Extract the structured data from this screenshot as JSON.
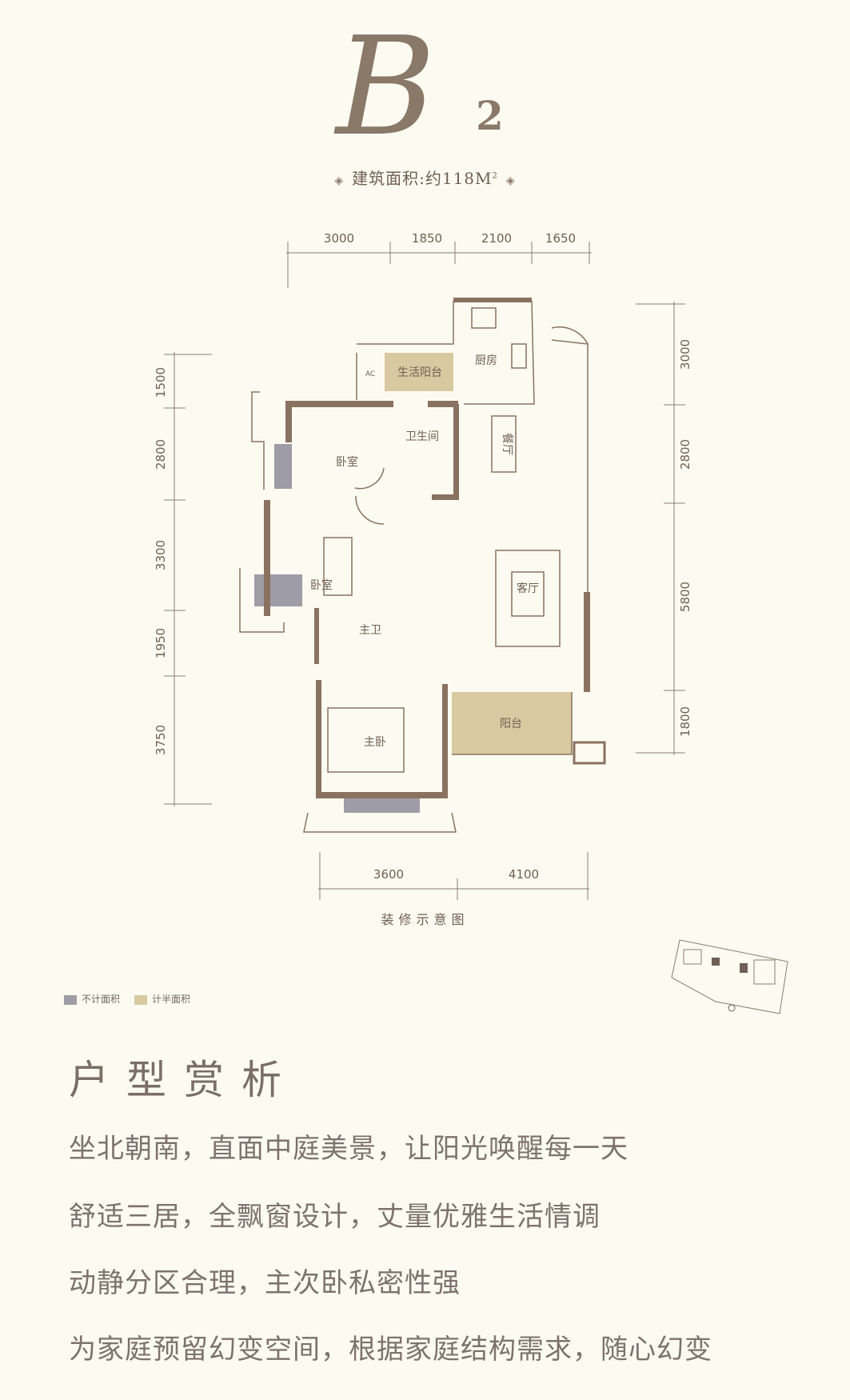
{
  "header": {
    "logo_letter": "B",
    "logo_number": "2",
    "area_label": "建筑面积:约118M",
    "area_superscript": "2",
    "diamond_icon": "◈"
  },
  "colors": {
    "wall": "#8a7260",
    "half_area": "#d8c9a0",
    "excluded_area": "#9e9ca6",
    "background": "#fcfbf1"
  },
  "floorplan": {
    "dims_top": [
      "3000",
      "1850",
      "2100",
      "1650"
    ],
    "dims_left": [
      "1500",
      "2800",
      "3300",
      "1950",
      "3750"
    ],
    "dims_right": [
      "3000",
      "2800",
      "5800",
      "1800"
    ],
    "dims_bottom": [
      "3600",
      "4100"
    ],
    "rooms": {
      "kitchen": "厨房",
      "service_balcony": "生活阳台",
      "bathroom": "卫生间",
      "dining": "餐厅",
      "bedroom1": "卧室",
      "bedroom2": "卧室",
      "living": "客厅",
      "master_bath": "主卫",
      "master_bedroom": "主卧",
      "balcony": "阳台",
      "ac": "AC"
    },
    "caption": "装修示意图"
  },
  "legend": [
    {
      "label": "不计面积",
      "color": "#9e9ca6"
    },
    {
      "label": "计半面积",
      "color": "#d8c9a0"
    }
  ],
  "analysis": {
    "title": "户型赏析",
    "lines": [
      "坐北朝南，直面中庭美景，让阳光唤醒每一天",
      "舒适三居，全飘窗设计，丈量优雅生活情调",
      "动静分区合理，主次卧私密性强",
      "为家庭预留幻变空间，根据家庭结构需求，随心幻变"
    ]
  }
}
